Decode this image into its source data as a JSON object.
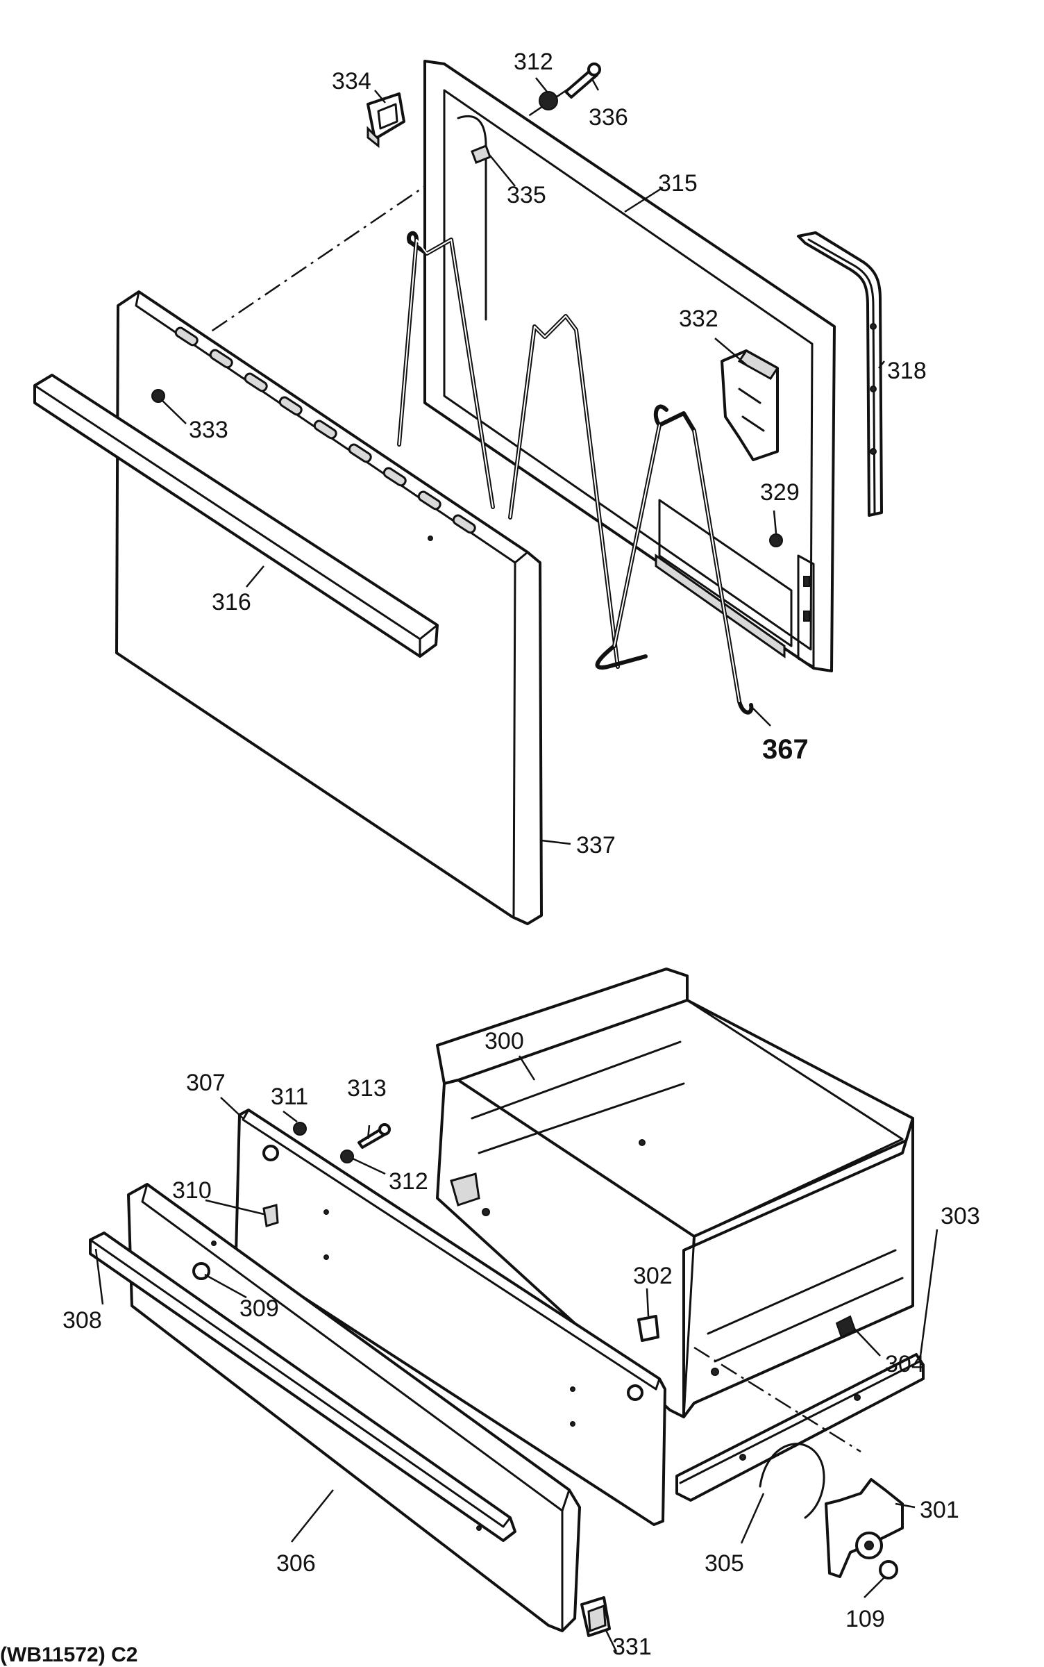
{
  "diagram": {
    "caption": "(WB11572) C2",
    "callouts": {
      "c312_top": "312",
      "c336": "336",
      "c334": "334",
      "c335": "335",
      "c315": "315",
      "c318": "318",
      "c332": "332",
      "c333": "333",
      "c329": "329",
      "c316": "316",
      "c367": "367",
      "c337": "337",
      "c300": "300",
      "c307": "307",
      "c311": "311",
      "c313": "313",
      "c312_bottom": "312",
      "c310": "310",
      "c303": "303",
      "c302": "302",
      "c309": "309",
      "c308": "308",
      "c304": "304",
      "c301": "301",
      "c305": "305",
      "c306": "306",
      "c109": "109",
      "c331": "331"
    }
  }
}
